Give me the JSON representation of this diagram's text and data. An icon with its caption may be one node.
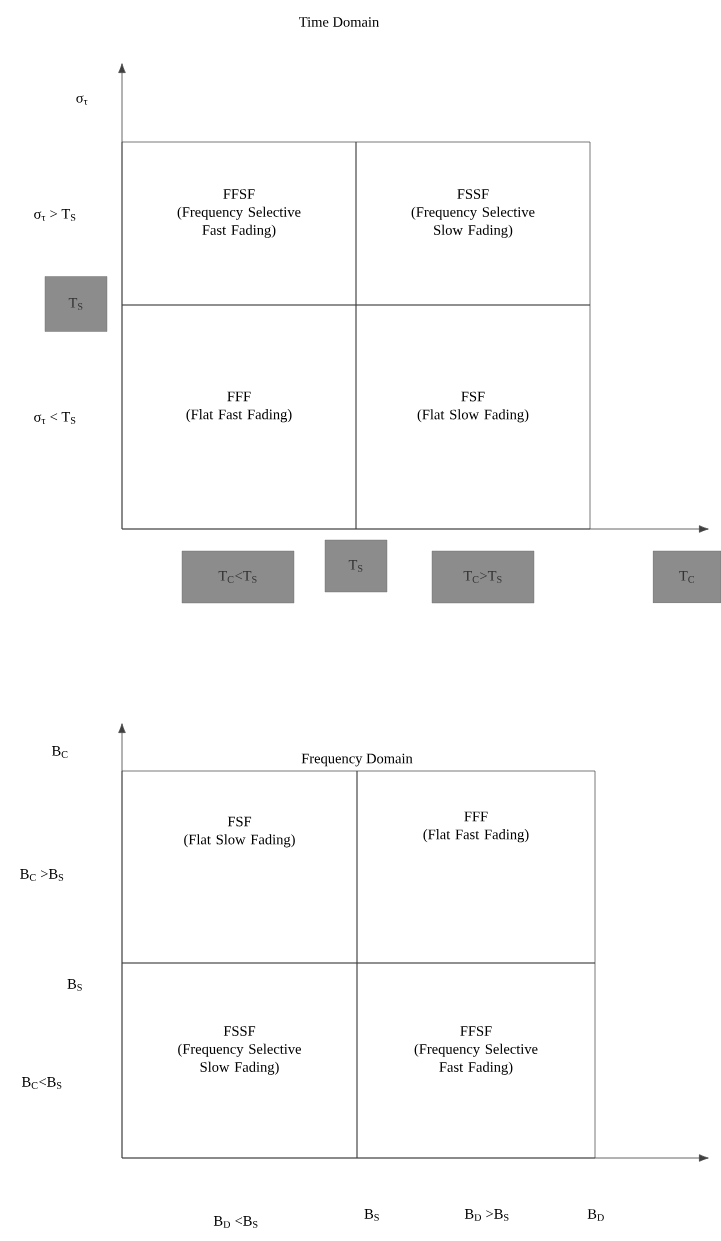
{
  "diagram": {
    "title": "Time Domain",
    "nodes": [
      {
        "text": [
          "FFSF",
          "(Frequency Selective Fast Fading)"
        ]
      },
      {
        "text": [
          "FSSF",
          "(Frequency Selective Slow Fading)"
        ]
      },
      {
        "text": [
          "T$_{S}$"
        ]
      },
      {
        "text": [
          "FFF",
          "(Flat Fast Fading)"
        ]
      },
      {
        "text": [
          "FSF",
          "(Flat Slow Fading)"
        ]
      },
      {
        "text": [
          "T$_{C}$<T$_{S}$"
        ]
      },
      {
        "text": [
          "T$_{S}$"
        ]
      },
      {
        "text": [
          "T$_{C}$>T$_{S}$"
        ]
      },
      {
        "text": [
          "T$_{C}$"
        ]
      },
      {
        "text": [
          "FSF",
          "(Flat Slow Fading)"
        ]
      },
      {
        "text": [
          "FFF",
          "(Flat Fast Fading)"
        ]
      },
      {
        "text": [
          "FSSF",
          "(Frequency Selective Slow Fading)"
        ]
      },
      {
        "text": [
          "FFSF",
          "(Frequency Selective Fast Fading)"
        ]
      }
    ],
    "labels": [
      "σ$_{τ}$",
      "σ$_{τ}$ > T$_{S}$",
      "σ$_{τ}$ < T$_{S}$",
      "Frequency Domain",
      "B$_{C}$",
      "B$_{C}$ >B$_{S}$",
      "B$_{S}$",
      "B$_{C}$<B$_{S}$",
      "B$_{D}$ <B$_{S}$",
      "B$_{S}$",
      "B$_{D}$ >B$_{S}$",
      "B$_{D}$"
    ]
  }
}
